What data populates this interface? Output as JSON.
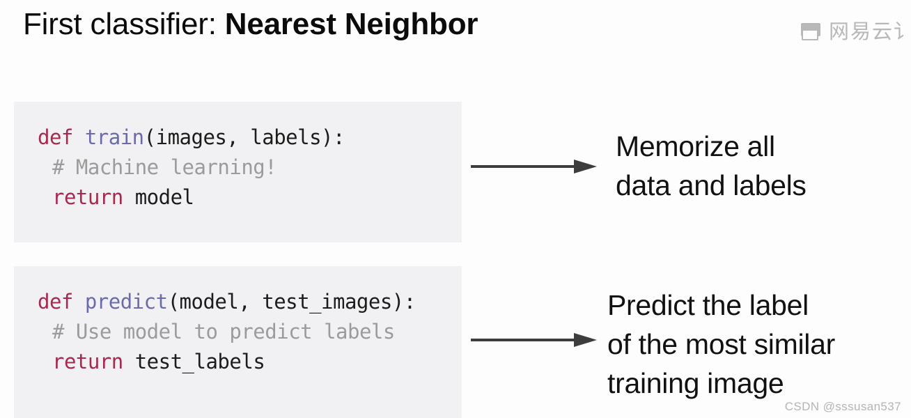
{
  "slide": {
    "title": {
      "prefix": "First classifier: ",
      "emphasis": "Nearest Neighbor"
    }
  },
  "watermarks": {
    "netease": {
      "icon": "netease-cloud-classroom-icon",
      "text": "网易云讠"
    },
    "csdn": {
      "text": "CSDN @sssusan537"
    }
  },
  "code_blocks": [
    {
      "id": "train",
      "language": "python",
      "lines": [
        {
          "indent": false,
          "tokens": [
            {
              "text": "def ",
              "type": "keyword"
            },
            {
              "text": "train",
              "type": "function"
            },
            {
              "text": "(images, labels):",
              "type": "plain"
            }
          ]
        },
        {
          "indent": true,
          "tokens": [
            {
              "text": "# Machine learning!",
              "type": "comment"
            }
          ]
        },
        {
          "indent": true,
          "tokens": [
            {
              "text": "return ",
              "type": "keyword"
            },
            {
              "text": "model",
              "type": "plain"
            }
          ]
        }
      ]
    },
    {
      "id": "predict",
      "language": "python",
      "lines": [
        {
          "indent": false,
          "tokens": [
            {
              "text": "def ",
              "type": "keyword"
            },
            {
              "text": "predict",
              "type": "function"
            },
            {
              "text": "(model, test_images):",
              "type": "plain"
            }
          ]
        },
        {
          "indent": true,
          "tokens": [
            {
              "text": "# Use model to predict labels",
              "type": "comment"
            }
          ]
        },
        {
          "indent": true,
          "tokens": [
            {
              "text": "return ",
              "type": "keyword"
            },
            {
              "text": "test_labels",
              "type": "plain"
            }
          ]
        }
      ]
    }
  ],
  "arrows": [
    {
      "id": "train",
      "direction": "right",
      "icon": "arrow-right-icon"
    },
    {
      "id": "predict",
      "direction": "right",
      "icon": "arrow-right-icon"
    }
  ],
  "annotations": [
    {
      "id": "train",
      "lines": [
        "Memorize all",
        "data and labels"
      ]
    },
    {
      "id": "predict",
      "lines": [
        "Predict the label",
        "of the most similar",
        "training image"
      ]
    }
  ],
  "colors": {
    "background": "#fdfdfd",
    "code_background": "#f1f1f3",
    "keyword": "#a52a4d",
    "function": "#6b6bab",
    "plain": "#1c1c1c",
    "comment": "#9b9b9b",
    "title": "#0b0b0b",
    "annotation": "#111111",
    "arrow": "#3d3d3d",
    "watermark_netease": "#8e8e8e",
    "watermark_csdn": "#b4b4b4"
  }
}
